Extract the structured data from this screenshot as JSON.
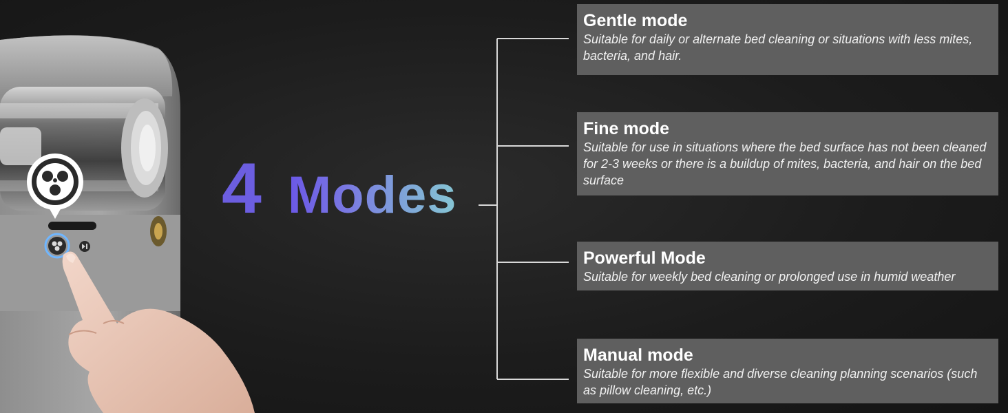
{
  "headline": {
    "number": "4",
    "word": "Modes"
  },
  "modes": [
    {
      "title": "Gentle mode",
      "description": "Suitable for daily or alternate bed cleaning or situations with less mites, bacteria, and hair."
    },
    {
      "title": "Fine mode",
      "description": "Suitable for use in situations where the bed surface has not been cleaned for 2-3 weeks or there is a buildup of mites, bacteria, and hair on the bed surface"
    },
    {
      "title": "Powerful Mode",
      "description": "Suitable for weekly bed cleaning or prolonged use in humid weather"
    },
    {
      "title": "Manual mode",
      "description": "Suitable for more flexible and diverse cleaning planning scenarios (such as pillow cleaning, etc.)"
    }
  ],
  "colors": {
    "background": "#1c1c1c",
    "mode_box": "#5f5f5f",
    "headline_number": "#6c5ee0",
    "headline_gradient_start": "#6a57e6",
    "headline_gradient_end": "#86c6d4",
    "connector": "#d9d9d9"
  },
  "icons": {
    "device_mode_badge": "fan-icon",
    "mode_button": "fan-icon",
    "play_pause_button": "play-pause-icon"
  }
}
